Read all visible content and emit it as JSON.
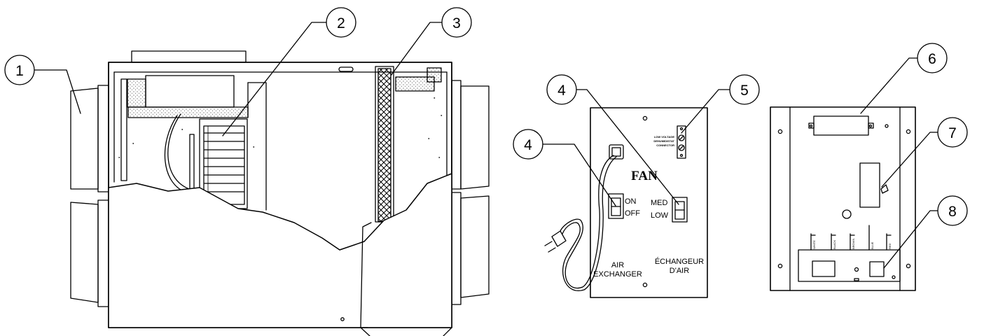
{
  "callouts": {
    "c1": "1",
    "c2": "2",
    "c3": "3",
    "c4a": "4",
    "c4b": "4",
    "c5": "5",
    "c6": "6",
    "c7": "7",
    "c8": "8"
  },
  "control_panel": {
    "fan_title": "FAN",
    "switch_on": "ON",
    "switch_off": "OFF",
    "speed_med": "MED",
    "speed_low": "LOW",
    "connector_label": [
      "LOW VOLTAGE",
      "DEHUMIDISTAT",
      "CONNECTOR"
    ],
    "english_name": [
      "AIR",
      "EXCHANGER"
    ],
    "french_name": [
      "ÉCHANGEUR",
      "D'AIR"
    ]
  },
  "circuit_board": {
    "wire_labels": [
      "WHITE",
      "BLACK",
      "BROWN",
      "BLUE",
      "RED"
    ]
  }
}
